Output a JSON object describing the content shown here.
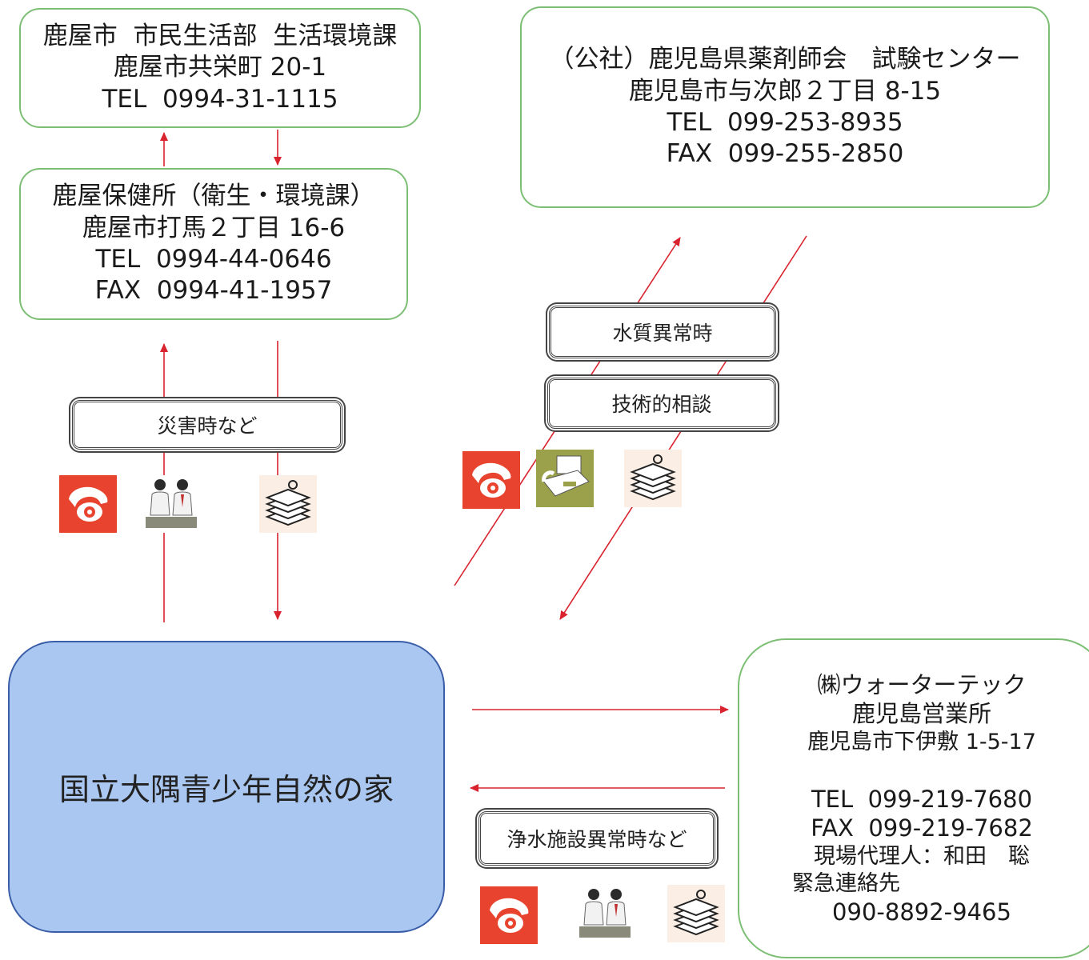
{
  "city_office": {
    "lines": [
      "鹿屋市  市民生活部  生活環境課",
      "鹿屋市共栄町 20-1",
      "TEL  0994-31-1115"
    ]
  },
  "health_center": {
    "lines": [
      "鹿屋保健所（衛生・環境課）",
      "鹿屋市打馬２丁目 16-6",
      "TEL  0994-44-0646",
      "FAX  0994-41-1957"
    ]
  },
  "pharmacist_center": {
    "lines": [
      "（公社）鹿児島県薬剤師会　試験センター",
      "鹿児島市与次郎２丁目 8-15",
      "TEL  099-253-8935",
      "FAX  099-255-2850"
    ]
  },
  "watertech": {
    "company": "㈱ウォーターテック",
    "branch": "鹿児島営業所",
    "address": "鹿児島市下伊敷 1-5-17",
    "tel": "TEL  099-219-7680",
    "fax": "FAX  099-219-7682",
    "agent": "現場代理人：和田　聡",
    "emergency_label": "緊急連絡先",
    "emergency_number": "090-8892-9465"
  },
  "main_facility": {
    "name": "国立大隅青少年自然の家"
  },
  "labels": {
    "disaster": "災害時など",
    "water_quality": "水質異常時",
    "technical": "技術的相談",
    "plant_abnormal": "浄水施設異常時など"
  },
  "colors": {
    "box_border": "#7cbf74",
    "arrow": "#d9232e",
    "main_fill": "#a9c7f1",
    "icon_red": "#e8432e",
    "icon_olive": "#9aa14a"
  },
  "icons": [
    "telephone-icon",
    "meeting-people-icon",
    "document-stack-icon",
    "fax-machine-icon"
  ]
}
